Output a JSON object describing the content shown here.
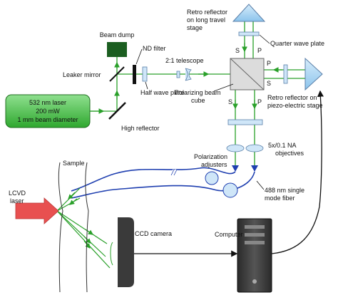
{
  "labels": {
    "laser_line1": "532 nm laser",
    "laser_line2": "200 mW",
    "laser_line3": "1 mm beam diameter",
    "beam_dump": "Beam dump",
    "leaker_mirror": "Leaker mirror",
    "nd_filter": "ND filter",
    "telescope": "2:1 telescope",
    "half_wave_plate": "Half wave plate",
    "high_reflector": "High reflector",
    "retro_long_line1": "Retro reflector",
    "retro_long_line2": "on long travel",
    "retro_long_line3": "stage",
    "quarter_wave_plate": "Quarter wave plate",
    "retro_piezo_line1": "Retro reflector on",
    "retro_piezo_line2": "piezo-electric stage",
    "pbs_line1": "Polarizing beam",
    "pbs_line2": "cube",
    "objectives_line1": "5x/0.1 NA",
    "objectives_line2": "objectives",
    "pol_adjusters_line1": "Polarization",
    "pol_adjusters_line2": "adjusters",
    "fiber_line1": "488 nm single",
    "fiber_line2": "mode fiber",
    "sample": "Sample",
    "lcvd_line1": "LCVD",
    "lcvd_line2": "laser",
    "ccd_camera": "CCD camera",
    "computer": "Computer",
    "pol_s_top": "S",
    "pol_p_top": "P",
    "pol_s_right": "S",
    "pol_p_right": "P",
    "pol_s_bottom": "S",
    "pol_p_bottom": "P"
  },
  "colors": {
    "beam_green": "#2aa02a",
    "laser_box": "#4fc24f",
    "beam_dump": "#1b5e20",
    "optic_blue": "#a9d6f5",
    "optic_stroke": "#5a7fa8",
    "fiber_blue": "#1f3fb0",
    "lcvd_red": "#e85050",
    "dark": "#222222"
  }
}
